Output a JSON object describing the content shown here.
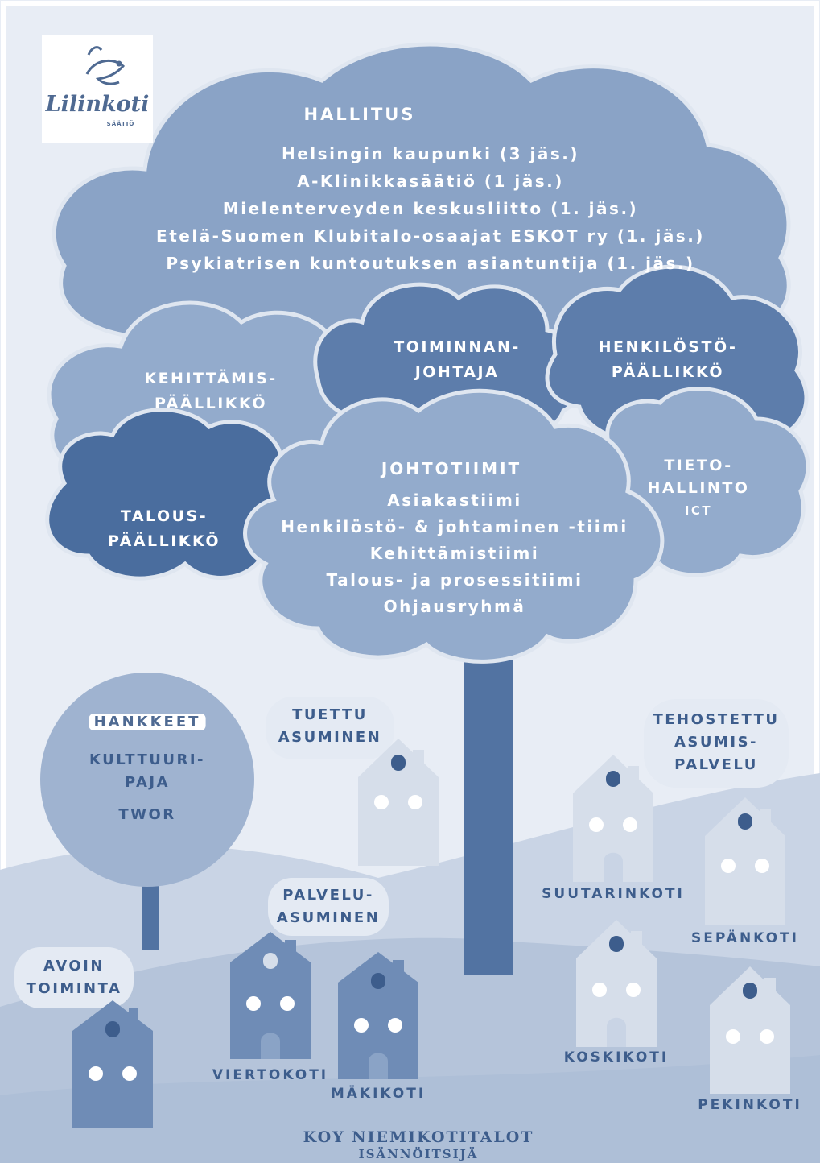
{
  "logo": {
    "name": "Lilinkoti",
    "sub": "SÄÄTIÖ"
  },
  "board": {
    "title": "HALLITUS",
    "members": [
      "Helsingin kaupunki (3 jäs.)",
      "A-Klinikkasäätiö (1 jäs.)",
      "Mielenterveyden keskusliitto (1. jäs.)",
      "Etelä-Suomen Klubitalo-osaajat ESKOT ry (1. jäs.)",
      "Psykiatrisen kuntoutuksen asiantuntija (1. jäs.)"
    ]
  },
  "roles": {
    "development_manager": [
      "KEHITTÄMIS-",
      "PÄÄLLIKKÖ"
    ],
    "operations_director": [
      "TOIMINNAN-",
      "JOHTAJA"
    ],
    "hr_manager": [
      "HENKILÖSTÖ-",
      "PÄÄLLIKKÖ"
    ],
    "finance_manager": [
      "TALOUS-",
      "PÄÄLLIKKÖ"
    ],
    "it_management": [
      "TIETO-",
      "HALLINTO",
      "ICT"
    ]
  },
  "management_teams": {
    "title": "JOHTOTIIMIT",
    "items": [
      "Asiakastiimi",
      "Henkilöstö- & johtaminen -tiimi",
      "Kehittämistiimi",
      "Talous- ja prosessitiimi",
      "Ohjausryhmä"
    ]
  },
  "projects": {
    "title": "HANKKEET",
    "items": [
      "KULTTUURI-",
      "PAJA",
      "TWOR"
    ]
  },
  "services": {
    "supported_housing": [
      "TUETTU",
      "ASUMINEN"
    ],
    "intensified_housing": [
      "TEHOSTETTU",
      "ASUMIS-",
      "PALVELU"
    ],
    "service_housing": [
      "PALVELU-",
      "ASUMINEN"
    ],
    "open_activity": [
      "AVOIN",
      "TOIMINTA"
    ]
  },
  "homes": {
    "suutarinkoti": "SUUTARINKOTI",
    "sepankoti": "SEPÄNKOTI",
    "koskikoti": "KOSKIKOTI",
    "pekinkoti": "PEKINKOTI",
    "viertokoti": "VIERTOKOTI",
    "makikoti": "MÄKIKOTI"
  },
  "property": {
    "title": "KOY NIEMIKOTITALOT",
    "sub": "ISÄNNÖITSIJÄ"
  },
  "colors": {
    "page_bg": "#e8edf5",
    "hill_light": "#c9d4e5",
    "hill_mid": "#b5c4da",
    "board_cloud": "#8aa3c6",
    "cloud_mid": "#93abcc",
    "cloud_dark": "#5d7dab",
    "cloud_deep": "#4a6d9e",
    "trunk": "#5273a2",
    "house_light": "#d6deea",
    "house_dark": "#6f8cb6",
    "text_dark": "#3d5d8c"
  }
}
